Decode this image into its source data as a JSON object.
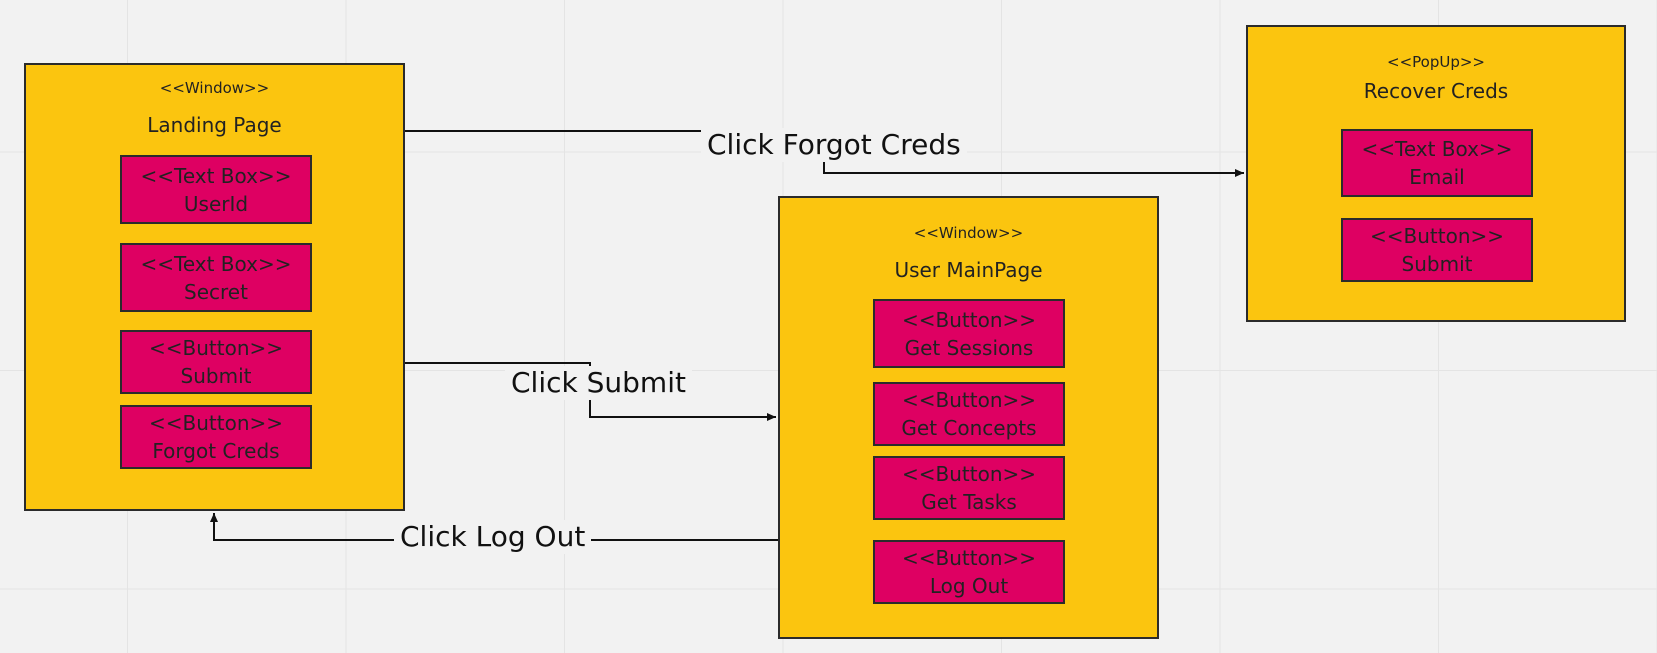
{
  "frames": {
    "landing": {
      "stereotype": "<<Window>>",
      "title": "Landing Page",
      "components": [
        {
          "stereotype": "<<Text Box>>",
          "label": "UserId"
        },
        {
          "stereotype": "<<Text Box>>",
          "label": "Secret"
        },
        {
          "stereotype": "<<Button>>",
          "label": "Submit"
        },
        {
          "stereotype": "<<Button>>",
          "label": "Forgot Creds"
        }
      ]
    },
    "main": {
      "stereotype": "<<Window>>",
      "title": "User MainPage",
      "components": [
        {
          "stereotype": "<<Button>>",
          "label": "Get Sessions"
        },
        {
          "stereotype": "<<Button>>",
          "label": "Get Concepts"
        },
        {
          "stereotype": "<<Button>>",
          "label": "Get Tasks"
        },
        {
          "stereotype": "<<Button>>",
          "label": "Log Out"
        }
      ]
    },
    "popup": {
      "stereotype": "<<PopUp>>",
      "title": "Recover Creds",
      "components": [
        {
          "stereotype": "<<Text Box>>",
          "label": "Email"
        },
        {
          "stereotype": "<<Button>>",
          "label": "Submit"
        }
      ]
    }
  },
  "edges": {
    "forgot": "Click Forgot Creds",
    "submit": "Click Submit",
    "logout": "Click Log Out"
  },
  "colors": {
    "frame_fill": "#fbc50f",
    "component_fill": "#de0062",
    "border": "#2b2b2b",
    "background": "#f2f2f2"
  }
}
